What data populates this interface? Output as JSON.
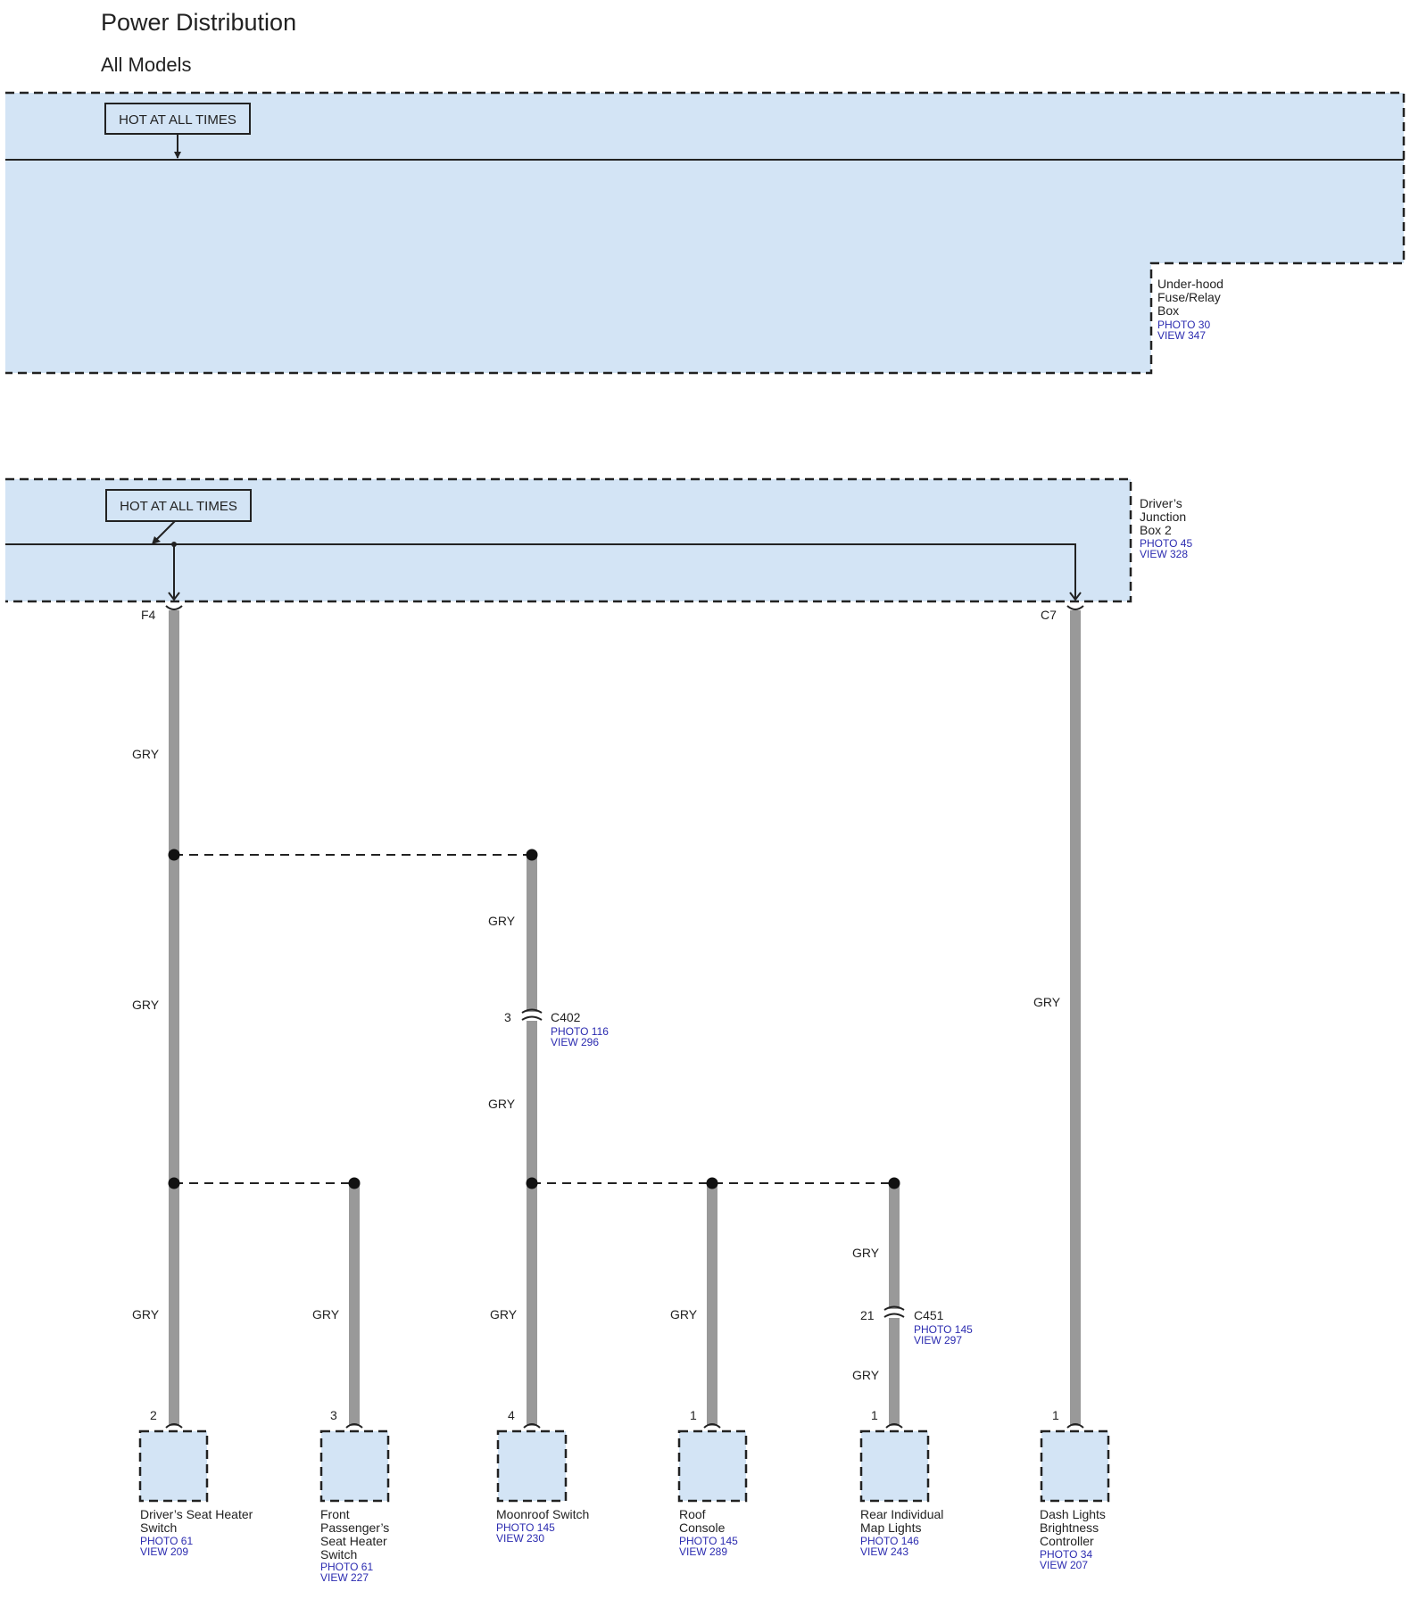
{
  "title": "Power Distribution",
  "subtitle": "All Models",
  "hot_label_1": "HOT AT ALL TIMES",
  "hot_label_2": "HOT AT ALL TIMES",
  "underhood_box": {
    "name_lines": [
      "Under-hood",
      "Fuse/Relay",
      "Box"
    ],
    "photo": "PHOTO 30",
    "view": "VIEW 347"
  },
  "junction_box": {
    "name_lines": [
      "Driver’s",
      "Junction",
      "Box 2"
    ],
    "photo": "PHOTO 45",
    "view": "VIEW 328"
  },
  "terminals": {
    "f4": "F4",
    "c7": "C7"
  },
  "wire_color": "GRY",
  "connectors": {
    "c402": {
      "name": "C402",
      "pin": "3",
      "photo": "PHOTO 116",
      "view": "VIEW 296"
    },
    "c451": {
      "name": "C451",
      "pin": "21",
      "photo": "PHOTO 145",
      "view": "VIEW 297"
    }
  },
  "components": [
    {
      "pin": "2",
      "name_lines": [
        "Driver’s Seat Heater",
        "Switch"
      ],
      "photo": "PHOTO 61",
      "view": "VIEW 209"
    },
    {
      "pin": "3",
      "name_lines": [
        "Front",
        "Passenger’s",
        "Seat Heater",
        "Switch"
      ],
      "photo": "PHOTO 61",
      "view": "VIEW 227"
    },
    {
      "pin": "4",
      "name_lines": [
        "Moonroof Switch"
      ],
      "photo": "PHOTO 145",
      "view": "VIEW 230"
    },
    {
      "pin": "1",
      "name_lines": [
        "Roof",
        "Console"
      ],
      "photo": "PHOTO 145",
      "view": "VIEW 289"
    },
    {
      "pin": "1",
      "name_lines": [
        "Rear Individual",
        "Map Lights"
      ],
      "photo": "PHOTO 146",
      "view": "VIEW 243"
    },
    {
      "pin": "1",
      "name_lines": [
        "Dash Lights",
        "Brightness",
        "Controller"
      ],
      "photo": "PHOTO 34",
      "view": "VIEW 207"
    }
  ],
  "colors": {
    "box_fill": "#d3e4f5",
    "wire": "#999999",
    "reference_text": "#2b2bb0"
  }
}
